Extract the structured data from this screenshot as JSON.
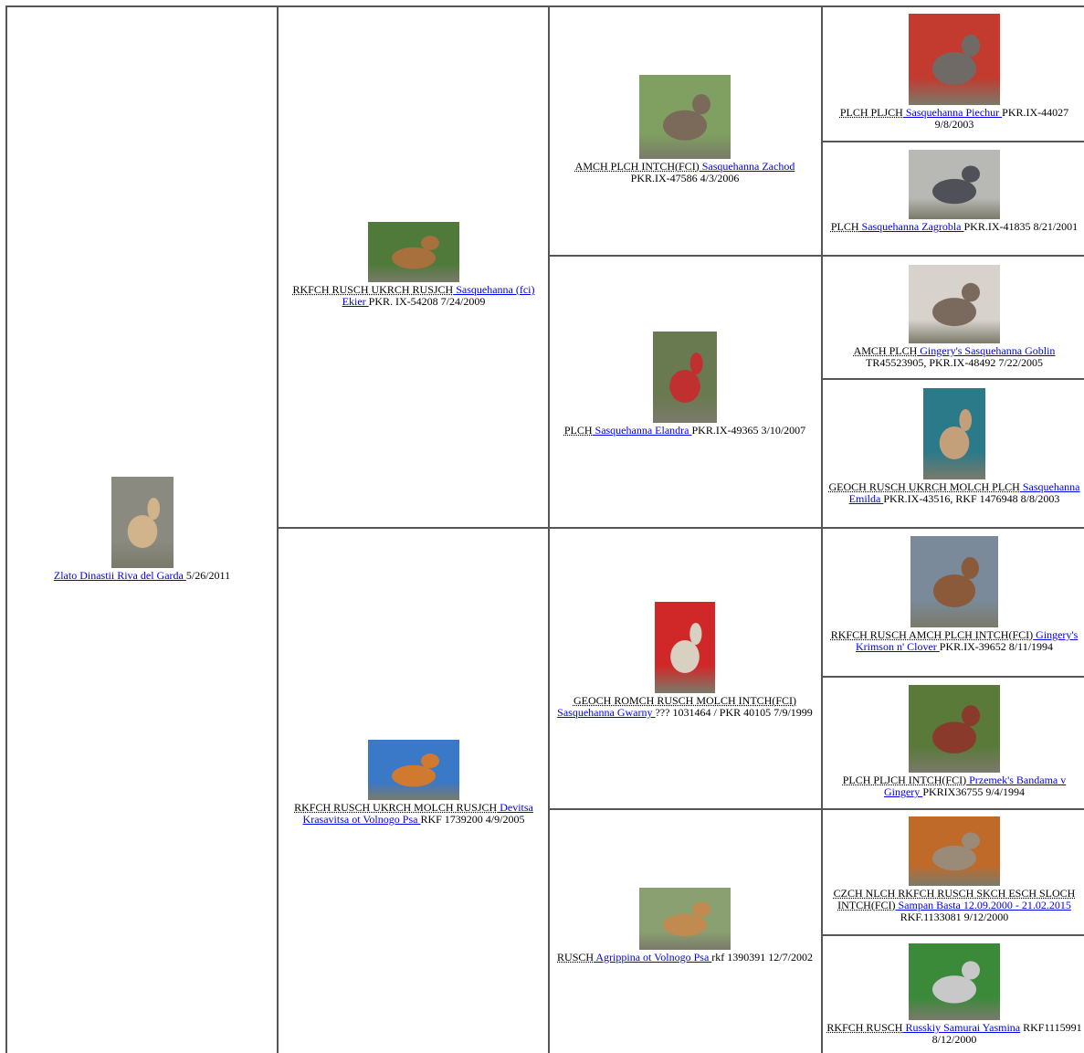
{
  "dogs": [
    {
      "titles": "",
      "name": "Zlato Dinastii Riva del Garda ",
      "reg": "5/26/2011",
      "photo": {
        "bg": "#8a8a80",
        "fg": "#d2b48c"
      }
    },
    {
      "titles": "RKFCH RUSCH UKRCH RUSJCH",
      "name": " Sasquehanna (fci) Ekier ",
      "reg": "PKR. IX-54208 7/24/2009",
      "photo": {
        "bg": "#4f7a3a",
        "fg": "#a8703c"
      }
    },
    {
      "titles": "AMCH PLCH INTCH(FCI)",
      "name": " Sasquehanna Zachod",
      "reg": " PKR.IX-47586 4/3/2006",
      "photo": {
        "bg": "#7fa060",
        "fg": "#7b6a5a"
      }
    },
    {
      "titles": "PLCH PLJCH",
      "name": " Sasquehanna Piechur ",
      "reg": "PKR.IX-44027 9/8/2003",
      "photo": {
        "bg": "#c33a2f",
        "fg": "#6f6a66"
      }
    },
    {
      "titles": "PLCH",
      "name": " Sasquehanna Zagrobla ",
      "reg": "PKR.IX-41835 8/21/2001",
      "photo": {
        "bg": "#b8b8b4",
        "fg": "#505058"
      }
    },
    {
      "titles": "PLCH",
      "name": " Sasquehanna Elandra ",
      "reg": "PKR.IX-49365 3/10/2007",
      "photo": {
        "bg": "#6a7a50",
        "fg": "#c03030"
      }
    },
    {
      "titles": "AMCH PLCH",
      "name": " Gingery's Sasquehanna Goblin",
      "reg": " TR45523905, PKR.IX-48492 7/22/2005",
      "photo": {
        "bg": "#d8d2cc",
        "fg": "#7a6a5e"
      }
    },
    {
      "titles": "GEOCH RUSCH UKRCH MOLCH PLCH",
      "name": " Sasquehanna Emilda ",
      "reg": "PKR.IX-43516, RKF 1476948 8/8/2003",
      "photo": {
        "bg": "#2a7a8a",
        "fg": "#c4a07a"
      }
    },
    {
      "titles": "RKFCH RUSCH UKRCH MOLCH RUSJCH",
      "name": " Devitsa Krasavitsa ot Volnogo Psa ",
      "reg": "RKF 1739200 4/9/2005",
      "photo": {
        "bg": "#3a78c8",
        "fg": "#d07a30"
      }
    },
    {
      "titles": "GEOCH ROMCH RUSCH MOLCH INTCH(FCI)",
      "name": " Sasquehanna Gwarny ",
      "reg": "??? 1031464 / PKR 40105 7/9/1999",
      "photo": {
        "bg": "#d02828",
        "fg": "#d8d0c0"
      }
    },
    {
      "titles": "RKFCH RUSCH AMCH PLCH INTCH(FCI)",
      "name": " Gingery's Krimson n' Clover ",
      "reg": "PKR.IX-39652 8/11/1994",
      "photo": {
        "bg": "#7a8a9a",
        "fg": "#8a5a3a"
      }
    },
    {
      "titles": "PLCH PLJCH INTCH(FCI)",
      "name": " Przemek's Bandama v Gingery ",
      "reg": "PKRIX36755 9/4/1994",
      "photo": {
        "bg": "#5a7a3a",
        "fg": "#8a3a2a"
      }
    },
    {
      "titles": "RUSCH",
      "name": " Agrippina ot Volnogo Psa ",
      "reg": "rkf 1390391 12/7/2002",
      "photo": {
        "bg": "#8aa070",
        "fg": "#c08a50"
      }
    },
    {
      "titles": "CZCH NLCH RKFCH RUSCH SKCH ESCH SLOCH INTCH(FCI)",
      "name": " Sampan Basta 12.09.2000 - 21.02.2015 ",
      "reg": "RKF.1133081 9/12/2000",
      "photo": {
        "bg": "#c06a2a",
        "fg": "#9a8a78"
      }
    },
    {
      "titles": "RKFCH RUSCH",
      "name": " Russkiy Samurai Yasmina",
      "reg": " RKF1115991 8/12/2000",
      "photo": {
        "bg": "#3a8a3a",
        "fg": "#c8c8c8"
      }
    }
  ]
}
